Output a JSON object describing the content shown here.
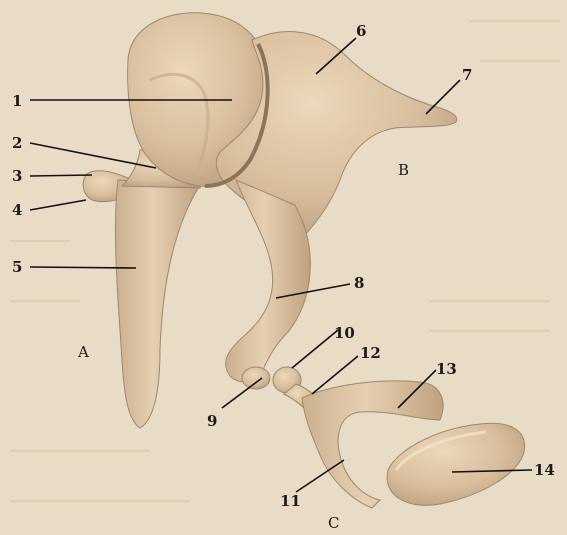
{
  "colors": {
    "background": "#e8dcc6",
    "bone": "#ddc6a8",
    "bone_shadow": "#b89c7c",
    "ink": "#111111"
  },
  "labels": {
    "n1": "1",
    "n2": "2",
    "n3": "3",
    "n4": "4",
    "n5": "5",
    "n6": "6",
    "n7": "7",
    "n8": "8",
    "n9": "9",
    "n10": "10",
    "n11": "11",
    "n12": "12",
    "n13": "13",
    "n14": "14"
  },
  "groups": {
    "a": "A",
    "b": "B",
    "c": "C"
  }
}
